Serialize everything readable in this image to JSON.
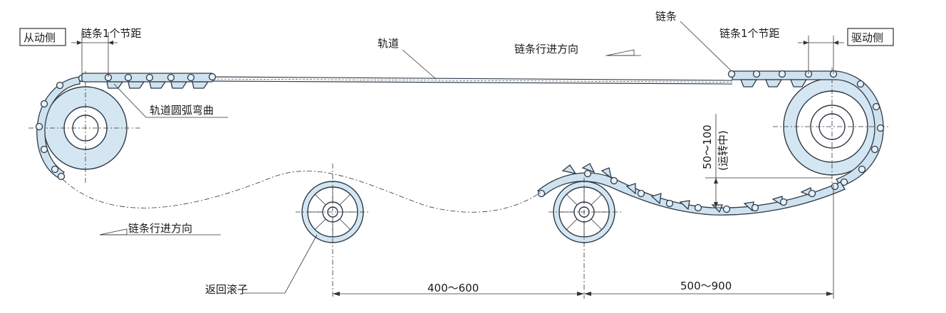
{
  "labels": {
    "idle_side": "从动侧",
    "drive_side": "驱动侧",
    "pitch_left": "链条1个节距",
    "pitch_right": "链条1个节距",
    "chain": "链条",
    "track": "轨道",
    "travel_top": "链条行进方向",
    "track_arc": "轨道圆弧弯曲",
    "travel_bottom": "链条行进方向",
    "sag_value": "50～100",
    "sag_note": "(运转中)",
    "return_roller": "返回滚子",
    "dist_rollers": "400～600",
    "dist_drive": "500～900"
  },
  "colors": {
    "fill": "#cfe2ef",
    "outline": "#2d3a47",
    "text": "#1a1a1a"
  }
}
